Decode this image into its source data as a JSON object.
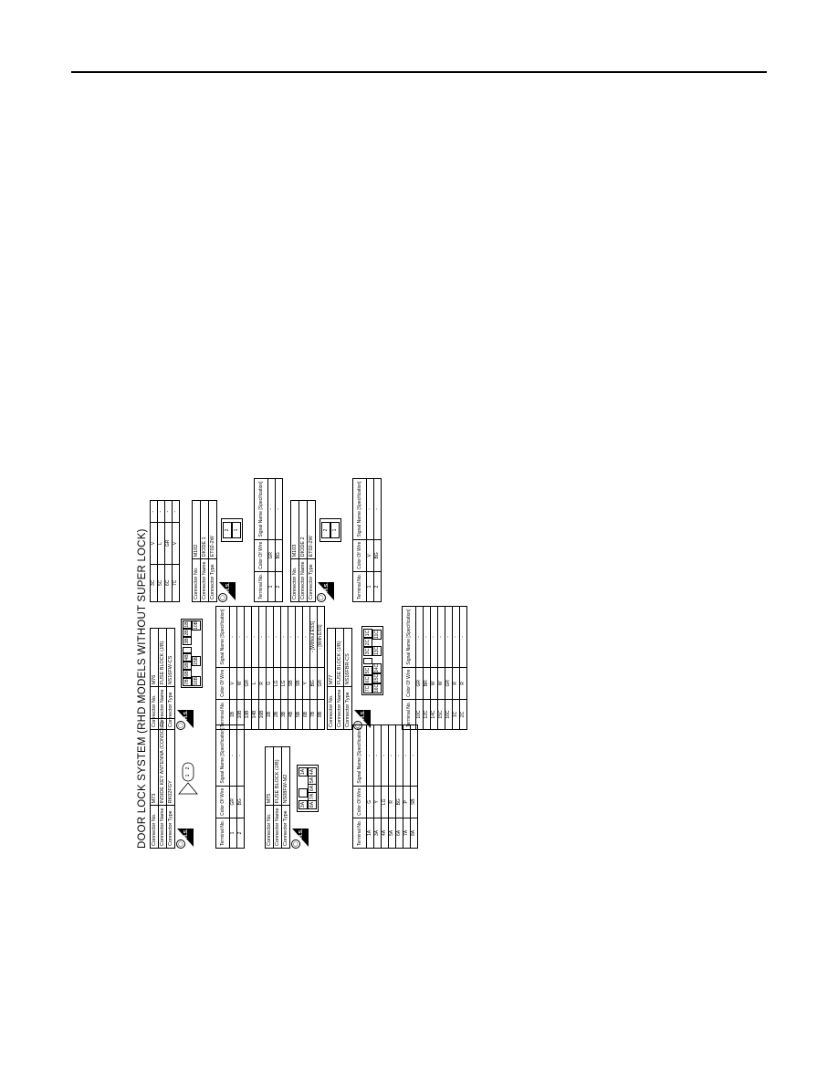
{
  "title": "DOOR LOCK SYSTEM (RHD MODELS WITHOUT SUPER LOCK)",
  "labels": {
    "connector_no": "Connector No.",
    "connector_name": "Connector Name",
    "connector_type": "Connector Type",
    "terminal_no": "Terminal No.",
    "color_of_wire": "Color Of Wire",
    "signal_name": "Signal Name [Specification]",
    "hs": "H.S."
  },
  "m73": {
    "no": "M73",
    "name": "INSIDE KEY ANTENNA (CONSOLE)",
    "type": "RK02FGY",
    "pins": [
      "1",
      "2"
    ],
    "rows": [
      {
        "t": "1",
        "c": "GR",
        "s": "-"
      },
      {
        "t": "2",
        "c": "BG",
        "s": "-"
      }
    ]
  },
  "m75": {
    "no": "M75",
    "name": "FUSE BLOCK (J/B)",
    "type": "NS08FW-M2",
    "pins_top": [
      "3A",
      "",
      "1A"
    ],
    "pins_bottom": [
      "8A",
      "7A",
      "6A",
      "5A",
      "4A"
    ],
    "rows": [
      {
        "t": "1A",
        "c": "G",
        "s": "-"
      },
      {
        "t": "3A",
        "c": "Y",
        "s": "-"
      },
      {
        "t": "4A",
        "c": "LG",
        "s": "-"
      },
      {
        "t": "5A",
        "c": "R",
        "s": "-"
      },
      {
        "t": "6A",
        "c": "BG",
        "s": "-"
      },
      {
        "t": "7A",
        "c": "P",
        "s": "-"
      },
      {
        "t": "8A",
        "c": "SB",
        "s": "-"
      }
    ]
  },
  "m76": {
    "no": "M76",
    "name": "FUSE BLOCK (J/B)",
    "type": "NS16FW-CS",
    "pins_top": [
      "7B",
      "6B",
      "5B",
      "4B",
      "",
      "3B",
      "2B",
      "1B"
    ],
    "pins_bottom": [
      "16B",
      "",
      "15B",
      "",
      "",
      "",
      "10B"
    ],
    "rows": [
      {
        "t": "1B",
        "c": "V",
        "s": "-"
      },
      {
        "t": "10B",
        "c": "W",
        "s": "-"
      },
      {
        "t": "13B",
        "c": "GR",
        "s": "-"
      },
      {
        "t": "14B",
        "c": "L",
        "s": "-"
      },
      {
        "t": "16B",
        "c": "R",
        "s": "-"
      },
      {
        "t": "1B",
        "c": "G",
        "s": "-"
      },
      {
        "t": "2B",
        "c": "LG",
        "s": "-"
      },
      {
        "t": "3B",
        "c": "LG",
        "s": "-"
      },
      {
        "t": "4B",
        "c": "SB",
        "s": "-"
      },
      {
        "t": "5B",
        "c": "SB",
        "s": "-"
      },
      {
        "t": "6B",
        "c": "Y",
        "s": "-"
      },
      {
        "t": "7B",
        "c": "BG",
        "s": "- [Without ESS]"
      },
      {
        "t": "8B",
        "c": "GR",
        "s": "- [With ESS]"
      }
    ]
  },
  "m77": {
    "no": "M77",
    "name": "FUSE BLOCK (J/B)",
    "type": "NS16FBR-CS",
    "pins_top": [
      "7C",
      "6C",
      "5C",
      "",
      "3C",
      "2C",
      "1C"
    ],
    "pins_bottom": [
      "16C",
      "15C",
      "14C",
      "",
      "13C",
      "",
      "11C"
    ],
    "rows": [
      {
        "t": "10C",
        "c": "GR",
        "s": "-"
      },
      {
        "t": "12C",
        "c": "BR",
        "s": "-"
      },
      {
        "t": "14C",
        "c": "W",
        "s": "-"
      },
      {
        "t": "15C",
        "c": "W",
        "s": "-"
      },
      {
        "t": "16C",
        "c": "GR",
        "s": "-"
      },
      {
        "t": "1C",
        "c": "R",
        "s": "-"
      },
      {
        "t": "2C",
        "c": "R",
        "s": "-"
      }
    ]
  },
  "m77_cont": {
    "rows": [
      {
        "t": "3C",
        "c": "V",
        "s": "-"
      },
      {
        "t": "5C",
        "c": "L",
        "s": "-"
      },
      {
        "t": "6C",
        "c": "GR",
        "s": "-"
      },
      {
        "t": "7C",
        "c": "V",
        "s": "-"
      }
    ]
  },
  "m102": {
    "no": "M102",
    "name": "DIODE 1",
    "type": "ET02-2W",
    "pins": [
      "2",
      "1"
    ],
    "rows": [
      {
        "t": "1",
        "c": "GR",
        "s": "-"
      },
      {
        "t": "2",
        "c": "BG",
        "s": "-"
      }
    ]
  },
  "m103": {
    "no": "M103",
    "name": "DIODE 2",
    "type": "ET02-2W",
    "pins": [
      "2",
      "1"
    ],
    "rows": [
      {
        "t": "1",
        "c": "V",
        "s": "-"
      },
      {
        "t": "2",
        "c": "BG",
        "s": "-"
      }
    ]
  }
}
